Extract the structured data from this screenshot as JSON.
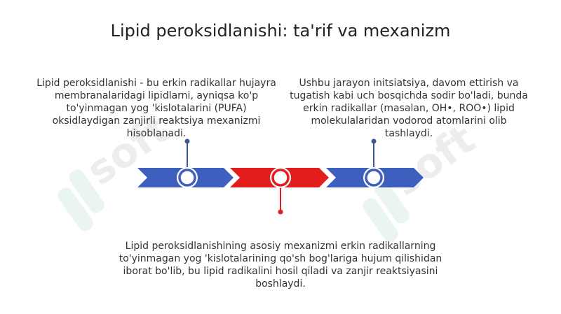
{
  "title": "Lipid peroksidlanishi: ta'rif va mexanizm",
  "watermark": "soft",
  "colors": {
    "blue": "#3f5fbf",
    "red": "#e31c1c",
    "connector_blue": "#3d5a8a",
    "watermark": "#e8f4ee"
  },
  "blocks": {
    "left": "Lipid peroksidlanishi - bu erkin radikallar hujayra membranalaridagi lipidlarni, ayniqsa ko'p to'yinmagan yog 'kislotalarini (PUFA) oksidlaydigan zanjirli reaktsiya mexanizmi hisoblanadi.",
    "right": "Ushbu jarayon initsiatsiya, davom ettirish va tugatish kabi uch bosqichda sodir bo'ladi, bunda erkin radikallar (masalan, OH•, ROO•) lipid molekulalaridan vodorod atomlarini olib tashlaydi.",
    "bottom": "Lipid peroksidlanishining asosiy mexanizmi erkin radikallarning to'yinmagan yog 'kislotalarining qo'sh bog'lariga hujum qilishidan iborat bo'lib, bu lipid radikalini hosil qiladi va zanjir reaktsiyasini boshlaydi."
  }
}
